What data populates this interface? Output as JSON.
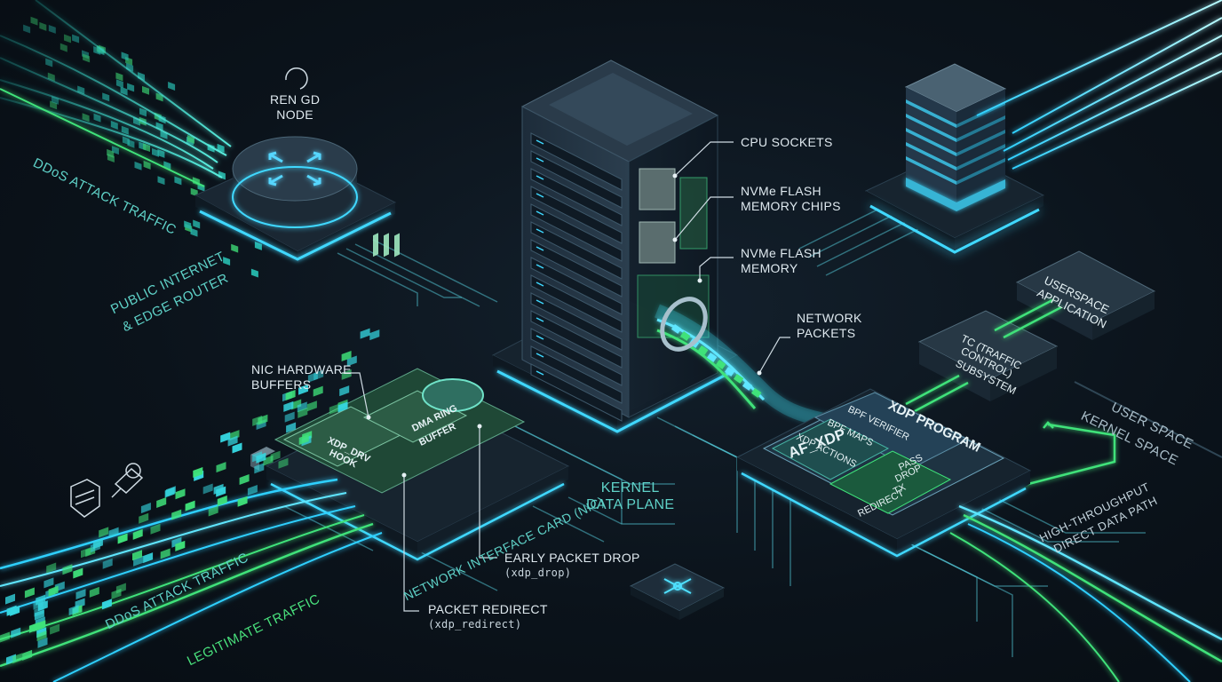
{
  "labels": {
    "router_name": "REN GD\nNODE",
    "cpu_sockets": "CPU SOCKETS",
    "nvme_chips": "NVMe FLASH\nMEMORY CHIPS",
    "nvme_memory": "NVMe FLASH\nMEMORY",
    "network_packets": "NETWORK\nPACKETS",
    "nic_buffers": "NIC HARDWARE\nBUFFERS",
    "kernel_data_plane": "KERNEL\nDATA PLANE",
    "early_drop": "EARLY PACKET DROP",
    "early_drop_code": "(xdp_drop)",
    "packet_redirect": "PACKET REDIRECT",
    "packet_redirect_code": "(xdp_redirect)",
    "ddos_top": "DDoS ATTACK TRAFFIC",
    "public_internet_1": "PUBLIC INTERNET",
    "public_internet_2": "& EDGE ROUTER",
    "ddos_bottom": "DDoS ATTACK TRAFFIC",
    "legit": "LEGITIMATE TRAFFIC",
    "nic_card": "NETWORK INTERFACE CARD (NIC)",
    "user_space": "USER SPACE",
    "kernel_space": "KERNEL SPACE",
    "high_throughput_1": "HIGH-THROUGHPUT",
    "high_throughput_2": "DIRECT DATA PATH",
    "userspace_app_1": "USERSPACE",
    "userspace_app_2": "APPLICATION",
    "tc_1": "TC (TRAFFIC",
    "tc_2": "CONTROL)",
    "tc_3": "SUBSYSTEM",
    "xdp_drv_1": "XDP_DRV",
    "xdp_drv_2": "HOOK",
    "dma_1": "DMA RING",
    "dma_2": "BUFFER",
    "xdp_program": "XDP PROGRAM",
    "bpf_verifier": "BPF VERIFIER",
    "bpf_maps": "BPF MAPS",
    "xdp_actions": "XDP ACTIONS",
    "af_xdp": "AF_XDP",
    "pass_1": "PASS",
    "pass_2": "DROP",
    "pass_3": "TX",
    "pass_4": "REDIRECT"
  },
  "colors": {
    "background": "#0b131b",
    "accent_teal": "#35d6e0",
    "accent_green": "#3fe27a",
    "label_text": "#dfe9ef"
  },
  "icons": [
    "router-arrows-icon",
    "network-node-icon",
    "security-camera-icon",
    "shield-icon"
  ]
}
